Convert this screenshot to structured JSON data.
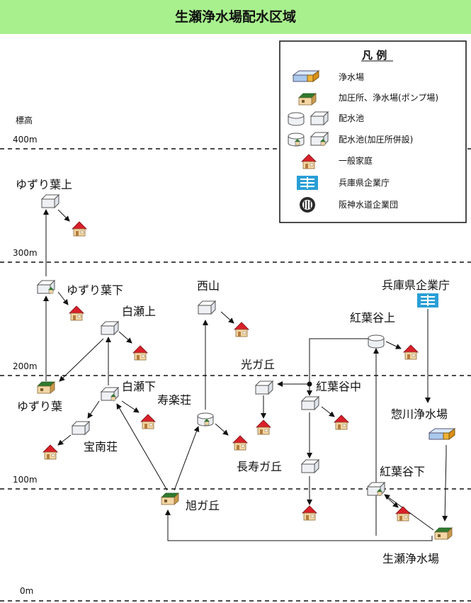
{
  "title": "生瀬浄水場配水区域",
  "elevation": {
    "heading": "標高",
    "levels": [
      "400m",
      "300m",
      "200m",
      "100m",
      "0m"
    ]
  },
  "legend": {
    "title": "凡 例",
    "items": [
      {
        "icon": "water-purification-plant-icon",
        "label": "浄水場"
      },
      {
        "icon": "pump-station-icon",
        "label": "加圧所、浄水場(ポンプ場)"
      },
      {
        "icon": "distribution-reservoir-icon",
        "label": "配水池"
      },
      {
        "icon": "reservoir-with-pump-icon",
        "label": "配水池(加圧所併設)"
      },
      {
        "icon": "house-icon",
        "label": "一般家庭"
      },
      {
        "icon": "hyogo-enterprise-bureau-logo-icon",
        "label": "兵庫県企業庁"
      },
      {
        "icon": "hanshin-water-authority-logo-icon",
        "label": "阪神水道企業団"
      }
    ]
  },
  "nodes": {
    "yuzuriha_ue": "ゆずり葉上",
    "yuzuriha_shita": "ゆずり葉下",
    "yuzuriha": "ゆずり葉",
    "shirase_ue": "白瀬上",
    "shirase_shita": "白瀬下",
    "hounansou": "宝南荘",
    "nishiyama": "西山",
    "jurakusou": "寿楽荘",
    "asahigaoka": "旭ガ丘",
    "hikarigaoka": "光ガ丘",
    "choujugaoka": "長寿ガ丘",
    "kouyoudani_ue": "紅葉谷上",
    "kouyoudani_naka": "紅葉谷中",
    "kouyoudani_shita": "紅葉谷下",
    "hyogo_kigyocho": "兵庫県企業庁",
    "sougawa_jousuijou": "惣川浄水場",
    "namaze_jousuijou": "生瀬浄水場"
  },
  "colors": {
    "title_bg": "#a8f08e",
    "house_roof": "#d9202a",
    "house_wall": "#f3d6a4",
    "pump_roof": "#2f7a2f",
    "reservoir": "#eef0f4",
    "plant_blue": "#a9c9ec",
    "plant_orange": "#f2b233"
  }
}
